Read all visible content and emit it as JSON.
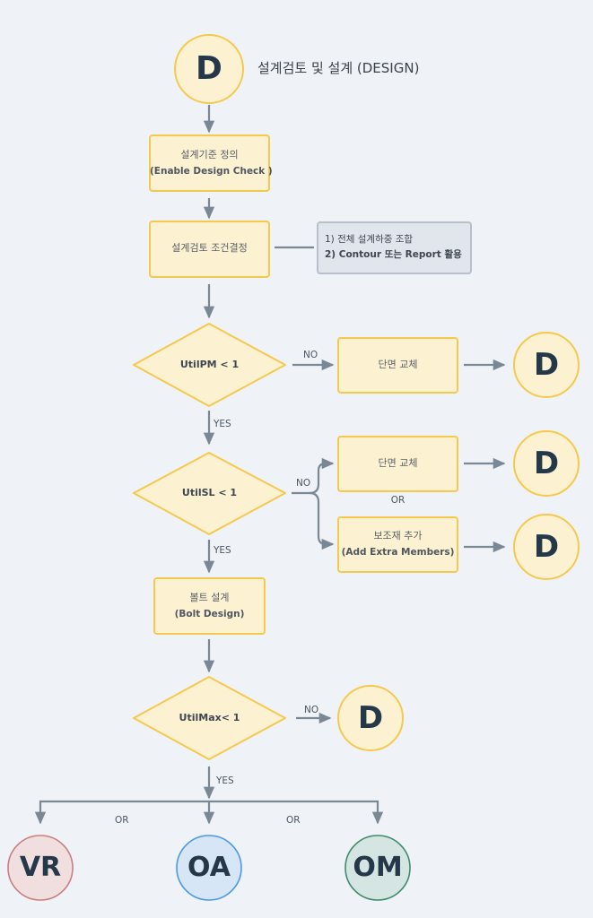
{
  "title": "설계검토 및 설계 (DESIGN)",
  "colors": {
    "background": "#eff3f7",
    "node_fill": "#fcf2d2",
    "node_stroke": "#f5c94e",
    "note_fill": "#e1e5ec",
    "note_stroke": "#b7bfca",
    "arrow": "#7a8794",
    "vr_fill": "#f1dfe0",
    "vr_stroke": "#c97f80",
    "oa_fill": "#d6e6f6",
    "oa_stroke": "#4b97e6",
    "om_fill": "#d5e5e2",
    "om_stroke": "#3f8a6c",
    "circle_text": "#25384a"
  },
  "start_node": {
    "label": "D"
  },
  "steps": [
    {
      "line1": "설계기준 정의",
      "line2": "(Enable Design Check )"
    },
    {
      "line1": "설계검토 조건결정",
      "line2": ""
    }
  ],
  "note": {
    "line1": "1) 전체 설계하중 조합",
    "line2": "2) Contour 또는 Report 활용"
  },
  "decisions": [
    {
      "condition": "UtilPM < 1",
      "no_label": "NO",
      "yes_label": "YES"
    },
    {
      "condition": "UtilSL < 1",
      "no_label": "NO",
      "yes_label": "YES"
    },
    {
      "condition": "UtilMax< 1",
      "no_label": "NO",
      "yes_label": "YES"
    }
  ],
  "actions": {
    "pm_fail": {
      "line1": "단면 교체",
      "line2": ""
    },
    "sl_fail_a": {
      "line1": "단면 교체",
      "line2": ""
    },
    "sl_or": "OR",
    "sl_fail_b": {
      "line1": "보조재 추가",
      "line2": "(Add Extra Members)"
    },
    "bolt": {
      "line1": "볼트 설계",
      "line2": "(Bolt Design)"
    }
  },
  "d_nodes": [
    "D",
    "D",
    "D",
    "D"
  ],
  "end_nodes": [
    {
      "label": "VR"
    },
    {
      "label": "OA"
    },
    {
      "label": "OM"
    }
  ],
  "end_or_labels": [
    "OR",
    "OR"
  ]
}
